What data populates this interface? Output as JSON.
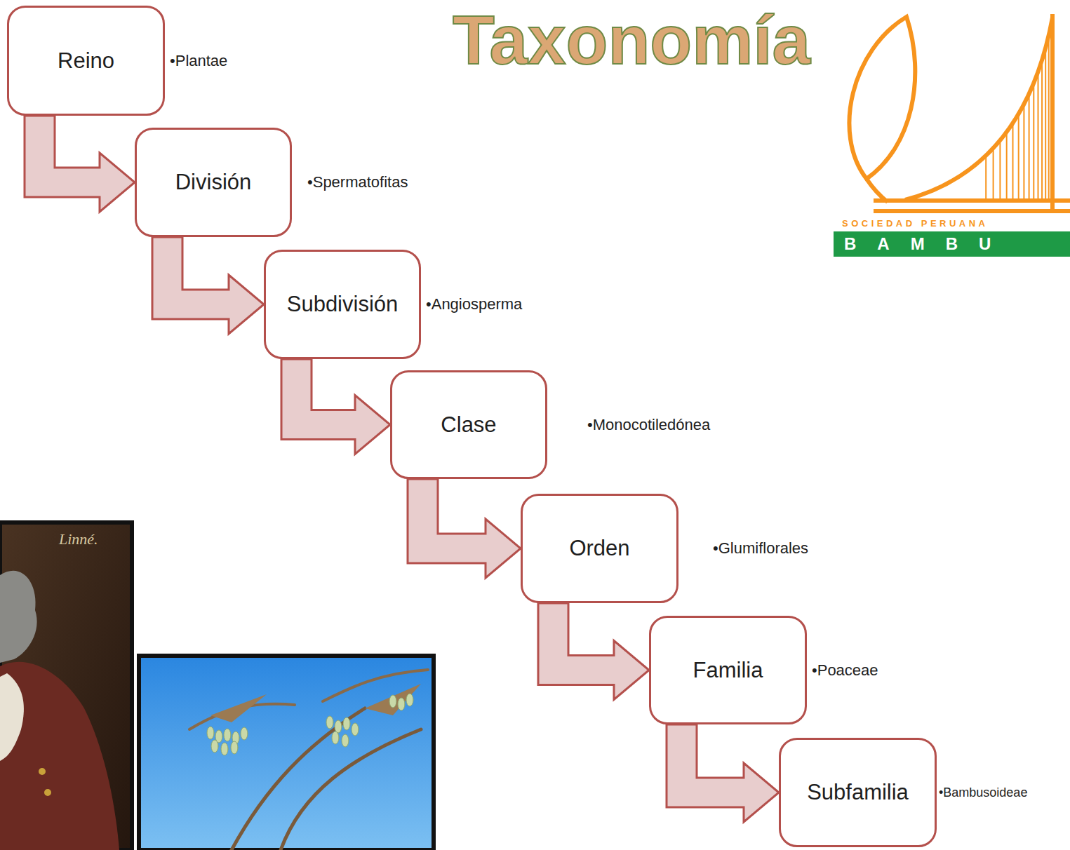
{
  "diagram": {
    "title": "Taxonomía",
    "nodes": [
      {
        "text": [
          "Reino",
          "•Plantae"
        ]
      },
      {
        "text": [
          "División",
          "•Spermatofitas"
        ]
      },
      {
        "text": [
          "Subdivisión",
          "•Angiosperma"
        ]
      },
      {
        "text": [
          "Clase",
          "•Monocotiledónea"
        ]
      },
      {
        "text": [
          "Orden",
          "•Glumiflorales"
        ]
      },
      {
        "text": [
          "Familia",
          "•Poaceae"
        ]
      },
      {
        "text": [
          "Subfamilia",
          "•Bambusoideae"
        ]
      }
    ],
    "edges": [
      {
        "from": 0,
        "to": 1,
        "arrow": "to"
      },
      {
        "from": 1,
        "to": 2,
        "arrow": "to"
      },
      {
        "from": 2,
        "to": 3,
        "arrow": "to"
      },
      {
        "from": 3,
        "to": 4,
        "arrow": "to"
      },
      {
        "from": 4,
        "to": 5,
        "arrow": "to"
      },
      {
        "from": 5,
        "to": 6,
        "arrow": "to"
      }
    ],
    "labels": [
      "SOCIEDAD PERUANA",
      "BAMBU",
      "Linné."
    ]
  }
}
